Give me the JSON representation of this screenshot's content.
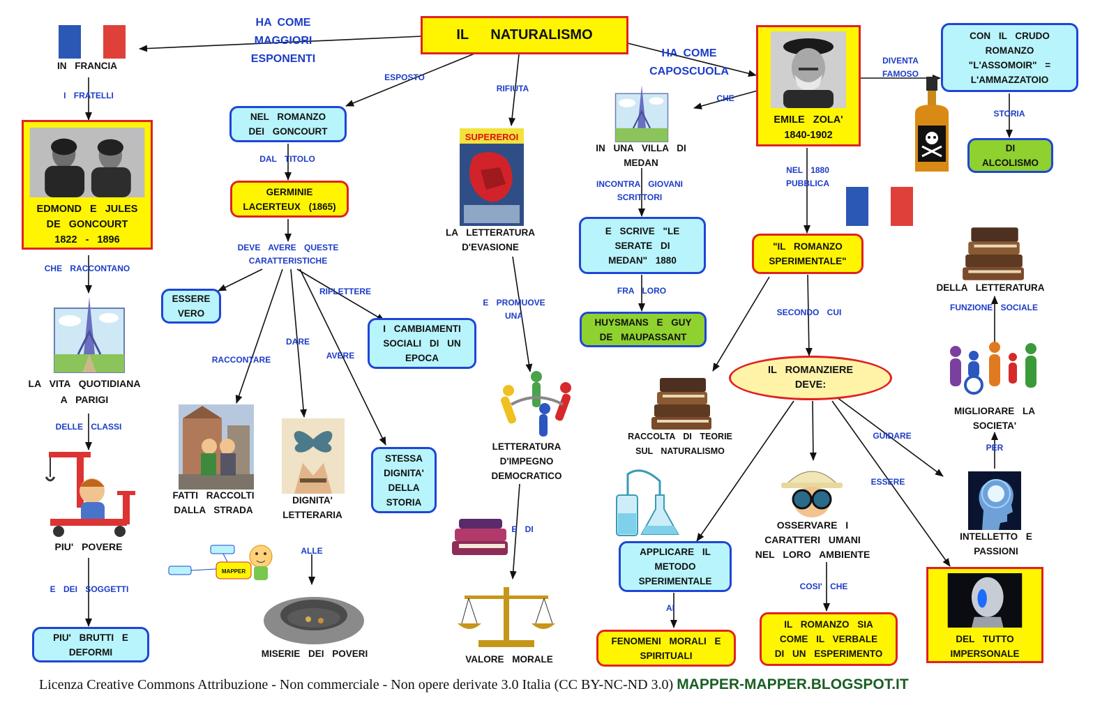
{
  "title": "IL NATURALISMO",
  "links": {
    "esponenti": "HA COME\nMAGGIORI\nESPONENTI",
    "esposto": "ESPOSTO",
    "rifiuta": "RIFIUTA",
    "caposcuola": "HA COME\nCAPOSCUOLA",
    "che_villa": "CHE",
    "diventa_famoso": "DIVENTA\nFAMOSO",
    "storia": "STORIA",
    "i_fratelli": "I FRATELLI",
    "che_raccontano": "CHE RACCONTANO",
    "delle_classi": "DELLE CLASSI",
    "e_dei_soggetti": "E DEI SOGGETTI",
    "dal_titolo": "DAL TITOLO",
    "deve_avere": "DEVE AVERE QUESTE\nCARATTERISTICHE",
    "riflettere": "RIFLETTERE",
    "raccontare": "RACCONTARE",
    "dare": "DARE",
    "avere": "AVERE",
    "alle": "ALLE",
    "e_promuove": "E PROMUOVE\nUNA",
    "e_di": "E DI",
    "incontra_giovani": "INCONTRA GIOVANI\nSCRITTORI",
    "fra_loro": "FRA LORO",
    "nel_1880": "NEL 1880\nPUBBLICA",
    "secondo_cui": "SECONDO CUI",
    "guidare": "GUIDARE",
    "essere": "ESSERE",
    "ai": "AI",
    "cosi_che": "COSI' CHE",
    "per": "PER",
    "funzione_sociale": "FUNZIONE SOCIALE"
  },
  "nodes": {
    "in_francia": "IN FRANCIA",
    "goncourt": "EDMOND E JULES\nDE GONCOURT\n1822 - 1896",
    "vita_parigi": "LA VITA QUOTIDIANA\nA PARIGI",
    "piu_povere": "PIU' POVERE",
    "brutti_deformi": "PIU' BRUTTI E\nDEFORMI",
    "romanzo_goncourt": "NEL ROMANZO\nDEI GONCOURT",
    "germinie": "GERMINIE\nLACERTEUX (1865)",
    "essere_vero": "ESSERE\nVERO",
    "cambiamenti": "I CAMBIAMENTI\nSOCIALI DI UN\nEPOCA",
    "fatti_strada": "FATTI RACCOLTI\nDALLA STRADA",
    "dignita": "DIGNITA'\nLETTERARIA",
    "stessa_dignita": "STESSA\nDIGNITA'\nDELLA\nSTORIA",
    "miserie": "MISERIE DEI POVERI",
    "evasione": "LA LETTERATURA\nD'EVASIONE",
    "impegno": "LETTERATURA\nD'IMPEGNO\nDEMOCRATICO",
    "valore_morale": "VALORE MORALE",
    "villa_medan": "IN UNA VILLA DI\nMEDAN",
    "serate_medan": "E SCRIVE \"LE\nSERATE DI\nMEDAN\" 1880",
    "huysmans": "HUYSMANS E GUY\nDE MAUPASSANT",
    "zola": "EMILE ZOLA'\n1840-1902",
    "assomoir": "CON IL CRUDO\nROMANZO\n\"L'ASSOMOIR\" =\nL'AMMAZZATOIO",
    "alcolismo": "DI\nALCOLISMO",
    "romanzo_sperimentale": "\"IL ROMANZO\nSPERIMENTALE\"",
    "romanziere": "IL ROMANZIERE\nDEVE:",
    "raccolta_teorie": "RACCOLTA DI TEORIE\nSUL NATURALISMO",
    "metodo": "APPLICARE IL\nMETODO\nSPERIMENTALE",
    "fenomeni": "FENOMENI MORALI E\nSPIRITUALI",
    "osservare": "OSSERVARE I\nCARATTERI UMANI\nNEL LORO AMBIENTE",
    "romanzo_verbale": "IL ROMANZO SIA\nCOME IL VERBALE\nDI UN ESPERIMENTO",
    "impersonale": "DEL TUTTO\nIMPERSONALE",
    "intelletto": "INTELLETTO E\nPASSIONI",
    "migliorare": "MIGLIORARE LA\nSOCIETA'",
    "della_letteratura": "DELLA LETTERATURA"
  },
  "images": {
    "comic_title": "SUPEREROI",
    "mapper_badge": "MAPPER"
  },
  "footer": {
    "license": "Licenza Creative Commons Attribuzione - Non commerciale - Non opere derivate 3.0 Italia (CC BY-NC-ND 3.0)",
    "site": "MAPPER-MAPPER.BLOGSPOT.IT"
  },
  "colors": {
    "link_text": "#1c3cc8",
    "cyan_fill": "#b8f4fb",
    "yellow_fill": "#fff500",
    "green_fill": "#8fd12e",
    "red_border": "#e02222",
    "blue_border": "#1f45d6",
    "flag_blue": "#2b57b5",
    "flag_red": "#e0403a"
  }
}
